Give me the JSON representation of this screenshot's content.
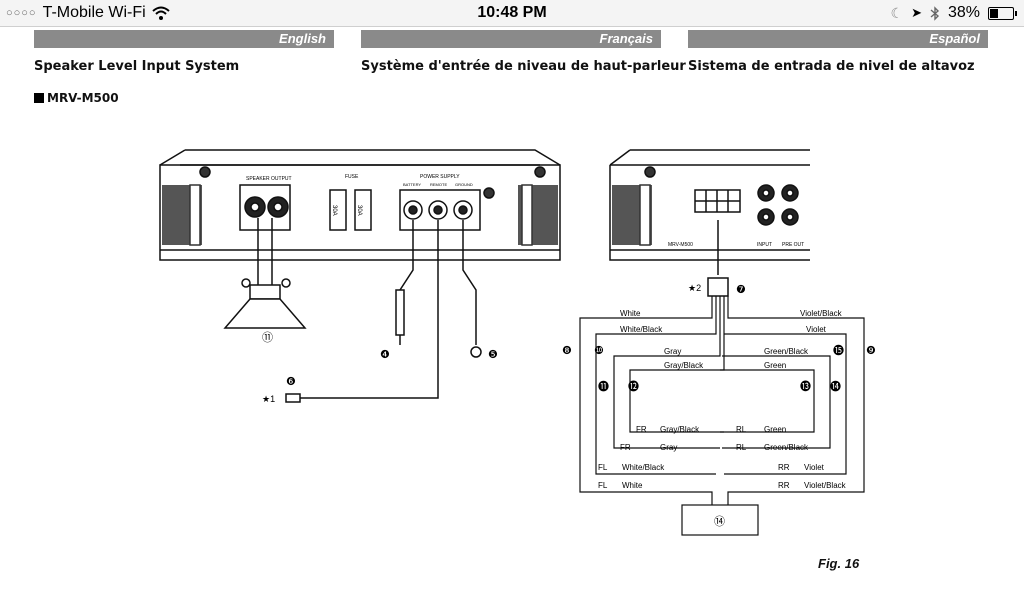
{
  "status_bar": {
    "carrier": "T-Mobile Wi-Fi",
    "time": "10:48 PM",
    "battery": "38%",
    "battery_level": 0.38,
    "icons": [
      "signal-dots-icon",
      "wifi-icon",
      "moon-icon",
      "location-arrow-icon",
      "bluetooth-icon",
      "battery-icon"
    ]
  },
  "document": {
    "languages": [
      "English",
      "Français",
      "Español"
    ],
    "headings": [
      "Speaker Level Input System",
      "Système d'entrée de niveau de haut-parleur",
      "Sistema de entrada de nivel de altavoz"
    ],
    "model": "MRV-M500",
    "figure_label": "Fig. 16"
  },
  "left_amp": {
    "speaker_output_label": "SPEAKER OUTPUT",
    "fuse_label": "FUSE",
    "fuse_values": [
      "30A",
      "30A"
    ],
    "power_supply_label": "POWER SUPPLY",
    "terminal_labels": [
      "BATTERY",
      "REMOTE",
      "GROUND"
    ],
    "callouts": [
      "⑪",
      "❹",
      "❺",
      "❻"
    ],
    "star_1": "★1"
  },
  "right_amp": {
    "model_label": "MRV-M500",
    "input_label": "INPUT",
    "preout_label": "PRE OUT",
    "callout_connector": "❼",
    "star_2": "★2",
    "callout_bottom": "⑭"
  },
  "wires": {
    "left_top": [
      {
        "label": "White"
      },
      {
        "label": "White/Black"
      }
    ],
    "right_top": [
      {
        "label": "Violet/Black"
      },
      {
        "label": "Violet"
      }
    ],
    "inner_left_top": [
      {
        "label": "Gray"
      },
      {
        "label": "Gray/Black"
      }
    ],
    "inner_right_top": [
      {
        "label": "Green/Black"
      },
      {
        "label": "Green"
      }
    ],
    "inner_left_bottom": [
      {
        "ch": "FR",
        "label": "Gray/Black"
      },
      {
        "ch": "FR",
        "label": "Gray"
      }
    ],
    "inner_right_bottom": [
      {
        "ch": "RL",
        "label": "Green"
      },
      {
        "ch": "RL",
        "label": "Green/Black"
      }
    ],
    "left_bottom": [
      {
        "ch": "FL",
        "label": "White/Black"
      },
      {
        "ch": "FL",
        "label": "White"
      }
    ],
    "right_bottom": [
      {
        "ch": "RR",
        "label": "Violet"
      },
      {
        "ch": "RR",
        "label": "Violet/Black"
      }
    ],
    "callouts": [
      "❽",
      "❾",
      "❿",
      "⓫",
      "⓬",
      "⓭",
      "⓮",
      "⓯"
    ]
  }
}
